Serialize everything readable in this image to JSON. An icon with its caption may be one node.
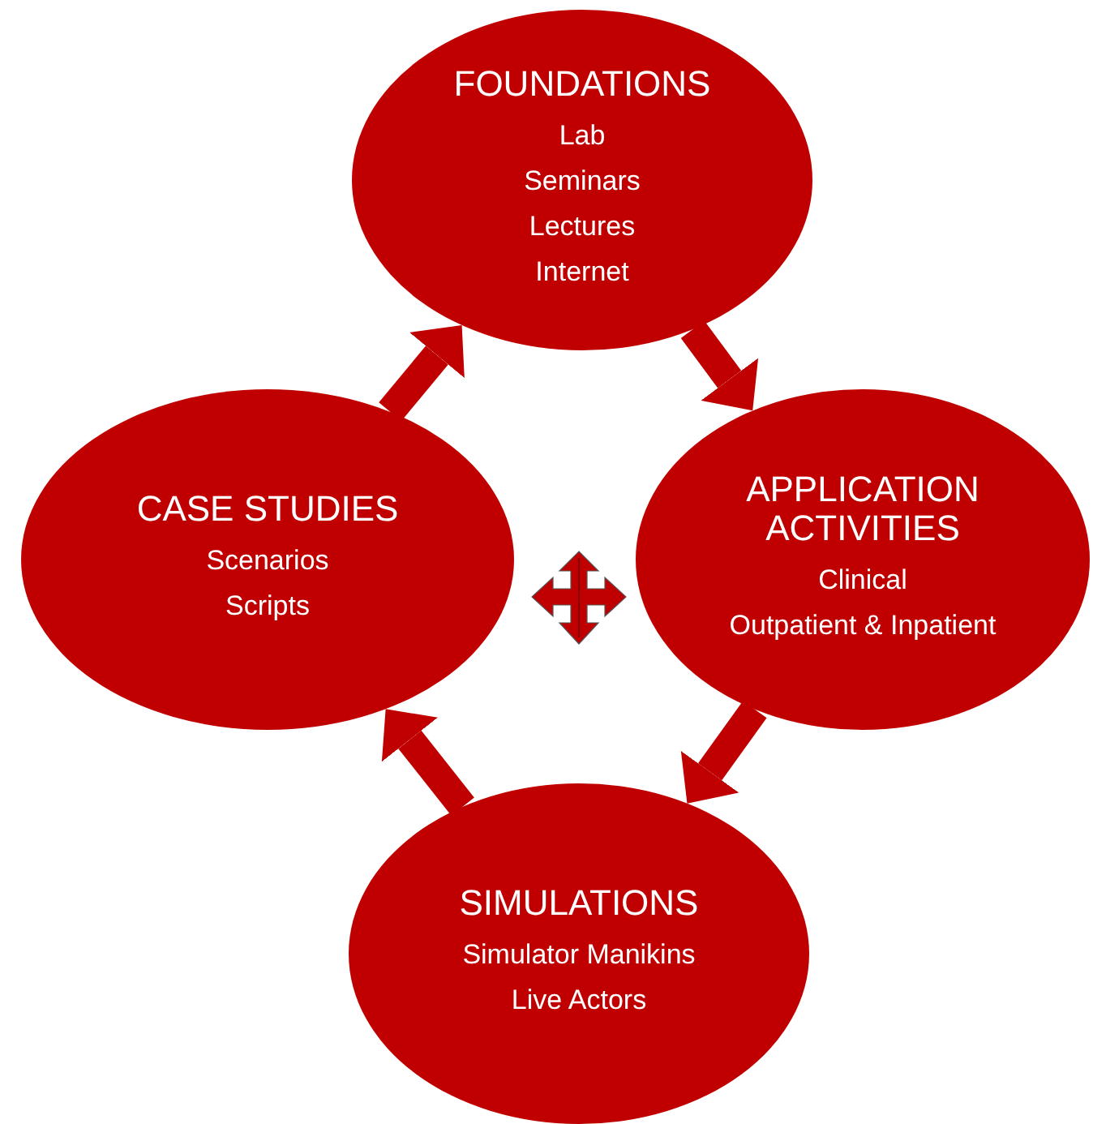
{
  "diagram": {
    "nodes": [
      {
        "text": [
          "FOUNDATIONS",
          "Lab",
          "Seminars",
          "Lectures",
          "Internet"
        ]
      },
      {
        "text": [
          "APPLICATION ACTIVITIES",
          "Clinical",
          "Outpatient & Inpatient"
        ]
      },
      {
        "text": [
          "CASE STUDIES",
          "Scenarios",
          "Scripts"
        ]
      },
      {
        "text": [
          "SIMULATIONS",
          "Simulator Manikins",
          "Live Actors"
        ]
      }
    ],
    "edges": [
      {
        "from": 0,
        "to": 1,
        "arrow": "to"
      },
      {
        "from": 1,
        "to": 3,
        "arrow": "to"
      },
      {
        "from": 3,
        "to": 2,
        "arrow": "to"
      },
      {
        "from": 2,
        "to": 0,
        "arrow": "to"
      }
    ]
  }
}
